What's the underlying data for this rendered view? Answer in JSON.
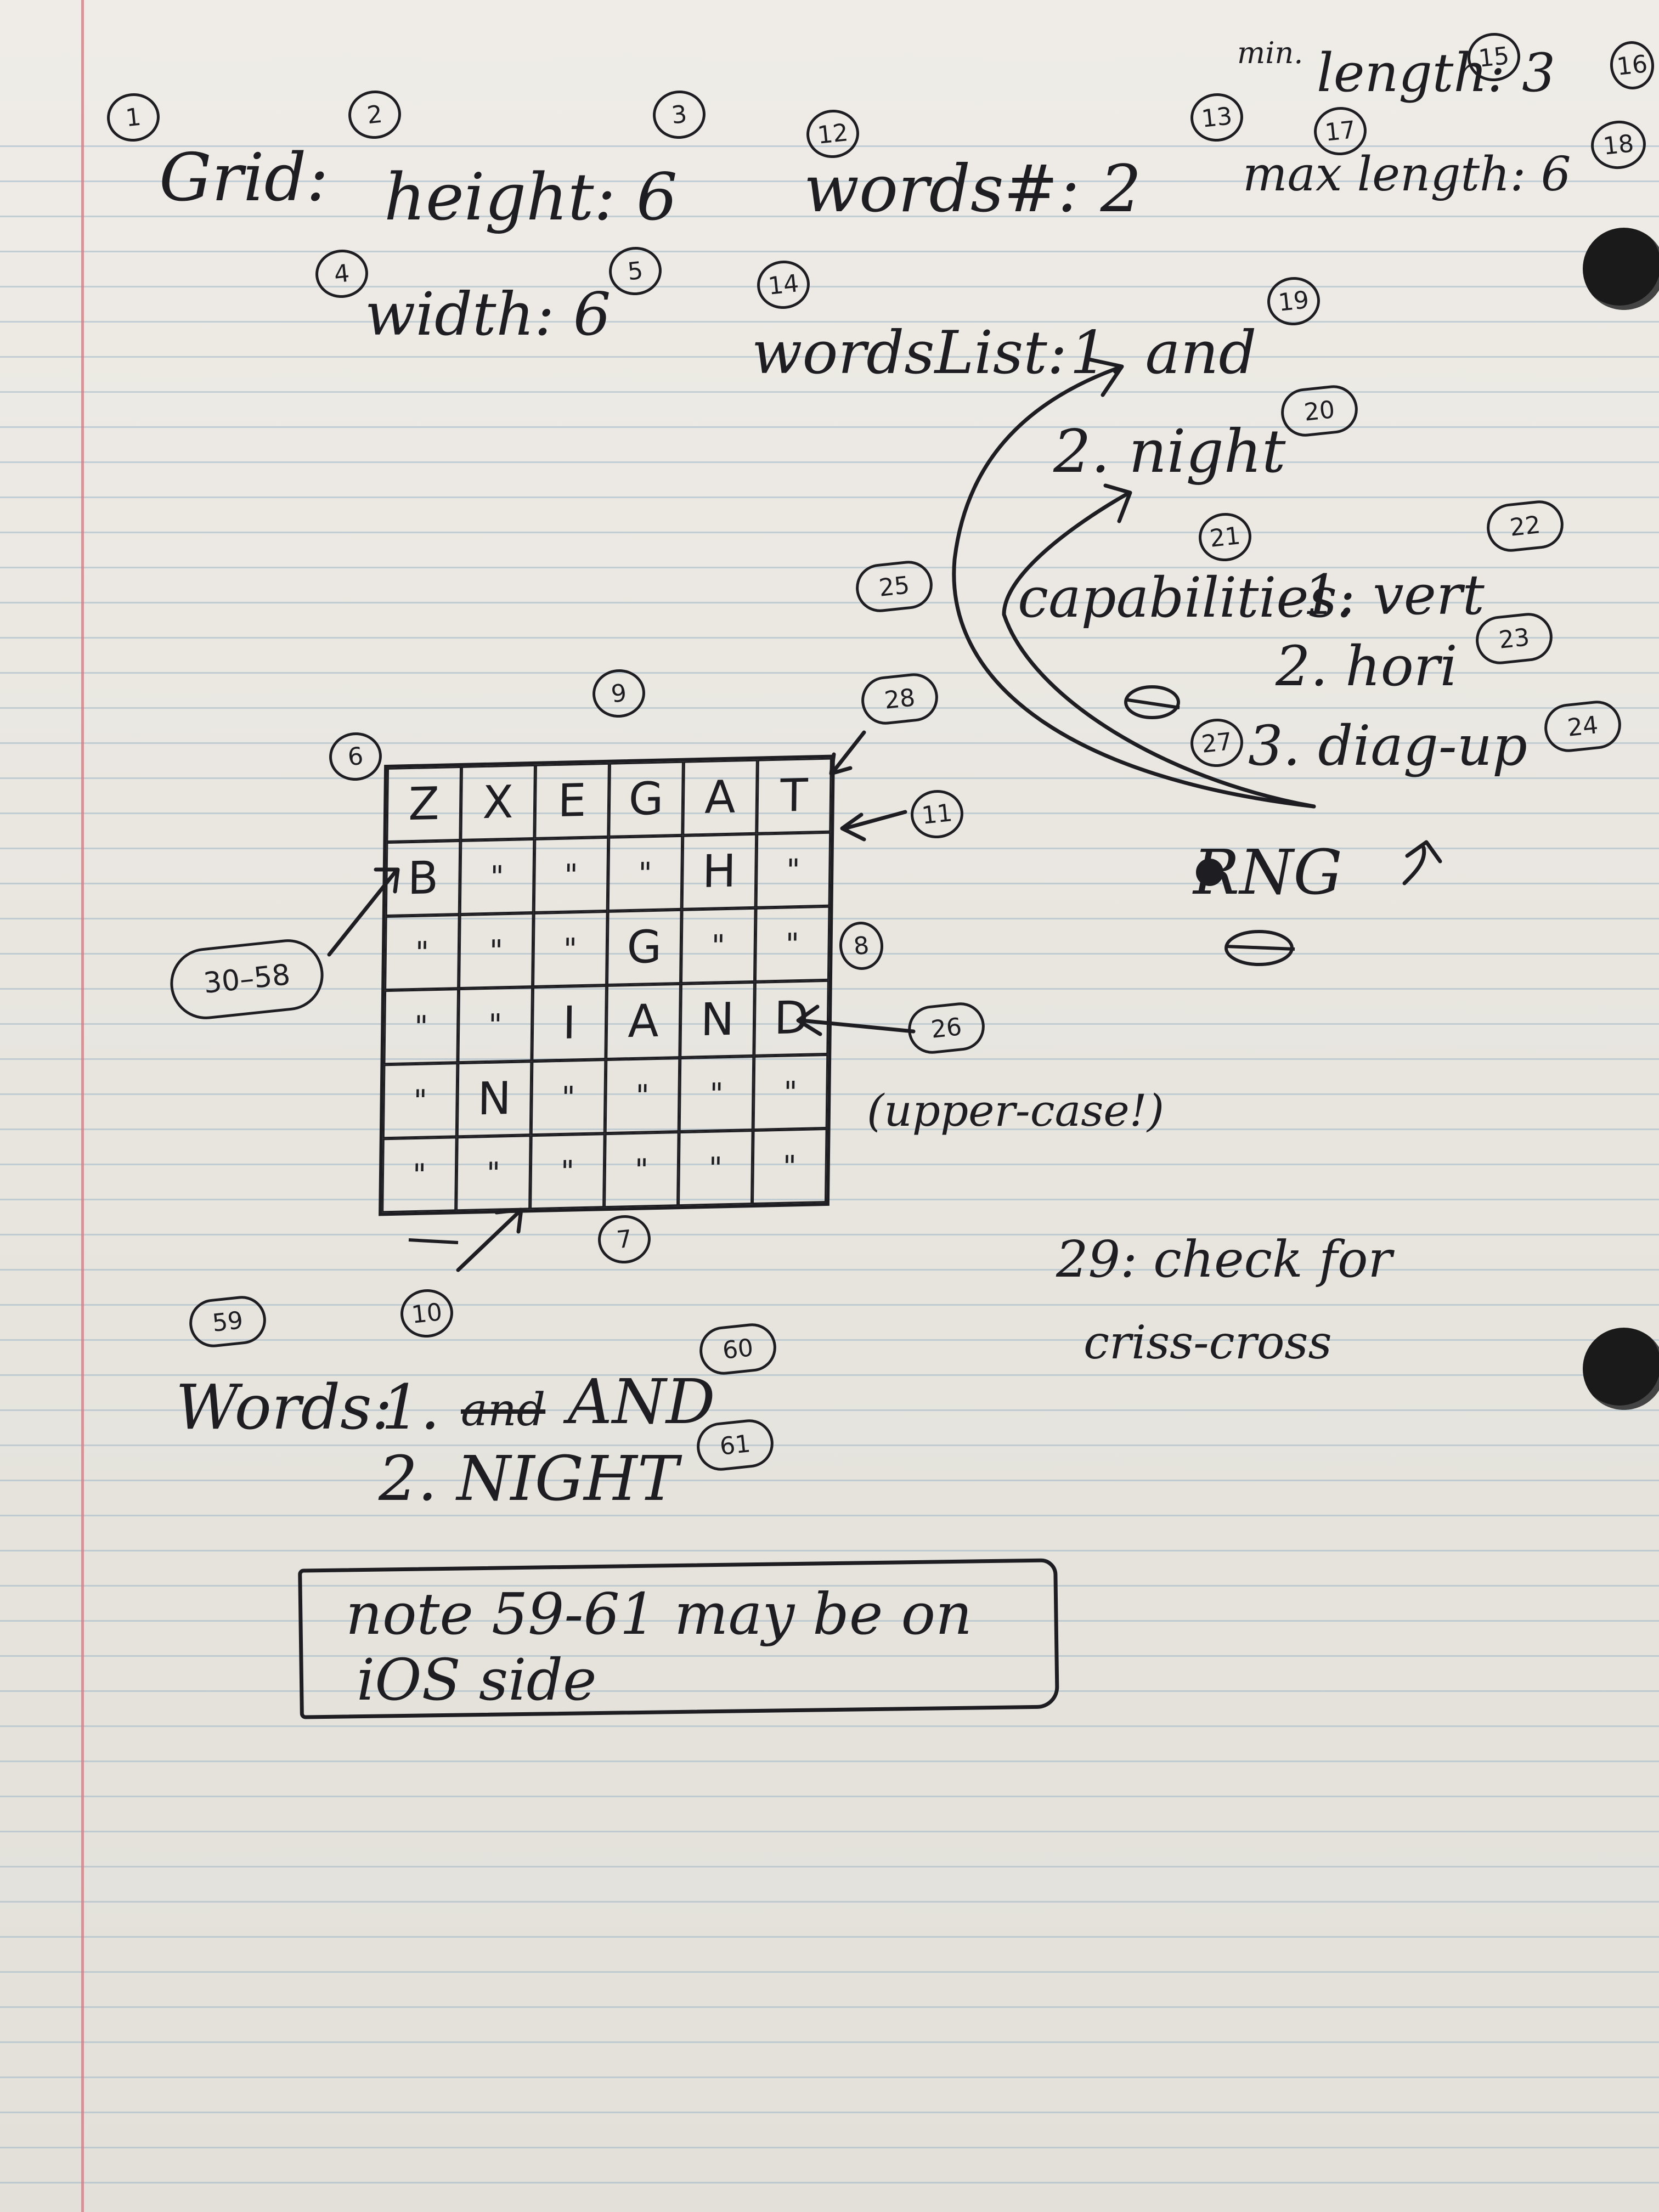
{
  "colors": {
    "paper": "#ece9e3",
    "ink": "#1e1e22",
    "rule": "#9fb7c6",
    "margin": "#d87c83"
  },
  "labels": {
    "n1": "1",
    "n2": "2",
    "n3": "3",
    "n4": "4",
    "n5": "5",
    "n6": "6",
    "n7": "7",
    "n8": "8",
    "n9": "9",
    "n10": "10",
    "n11": "11",
    "n12": "12",
    "n13": "13",
    "n14": "14",
    "n15": "15",
    "n16": "16",
    "n17": "17",
    "n18": "18",
    "n19": "19",
    "n20": "20",
    "n21": "21",
    "n22": "22",
    "n23": "23",
    "n24": "24",
    "n25": "25",
    "n26": "26",
    "n27": "27",
    "n28": "28",
    "n30_58": "30–58",
    "n59": "59",
    "n60": "60",
    "n61": "61"
  },
  "header": {
    "grid_label": "Grid:",
    "height_text": "height: 6",
    "width_text": "width: 6",
    "words_count_text": "words#: 2",
    "min_length_prefix": "min.",
    "min_length_text": "length: 3",
    "max_length_text": "max length: 6"
  },
  "words_list": {
    "label": "wordsList:",
    "item1": "1. and",
    "item2": "2. night"
  },
  "capabilities": {
    "label": "capabilities:",
    "item1": "1. vert",
    "item2": "2. hori",
    "item3": "3. diag-up"
  },
  "rng": "RNG",
  "grid": {
    "rows": [
      [
        "Z",
        "X",
        "E",
        "G",
        "A",
        "T"
      ],
      [
        "B",
        "\"",
        "\"",
        "\"",
        "H",
        "\""
      ],
      [
        "\"",
        "\"",
        "\"",
        "G",
        "\"",
        "\""
      ],
      [
        "\"",
        "\"",
        "I",
        "A",
        "N",
        "D"
      ],
      [
        "\"",
        "N",
        "\"",
        "\"",
        "\"",
        "\""
      ],
      [
        "\"",
        "\"",
        "\"",
        "\"",
        "\"",
        "\""
      ]
    ]
  },
  "upper_case_note": "(upper-case!)",
  "criss_cross_note": {
    "line1": "29: check for",
    "line2": "criss-cross"
  },
  "words": {
    "label": "Words:",
    "item1_prefix": "1.",
    "item1_struck": "and",
    "item1": "AND",
    "item2": "2. NIGHT"
  },
  "note": {
    "line1": "note 59-61 may be on",
    "line2": "iOS side"
  }
}
